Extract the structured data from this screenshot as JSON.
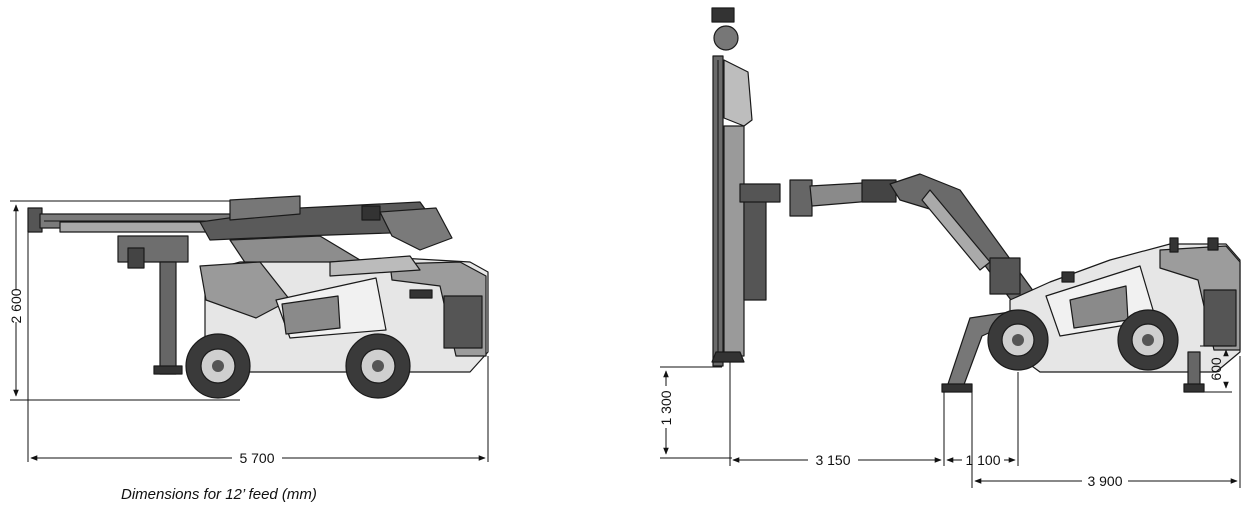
{
  "dimensions": {
    "left_height": "2 600",
    "left_length": "5 700",
    "right_feed_height": "1 300",
    "right_reach": "3 150",
    "right_jack_spacing": "1 100",
    "right_jack_height": "600",
    "right_length": "3 900"
  },
  "caption": "Dimensions for 12’ feed (mm)",
  "colors": {
    "line": "#111111",
    "body_light": "#e6e6e6",
    "body_mid": "#9a9a9a",
    "body_dark": "#333333"
  }
}
